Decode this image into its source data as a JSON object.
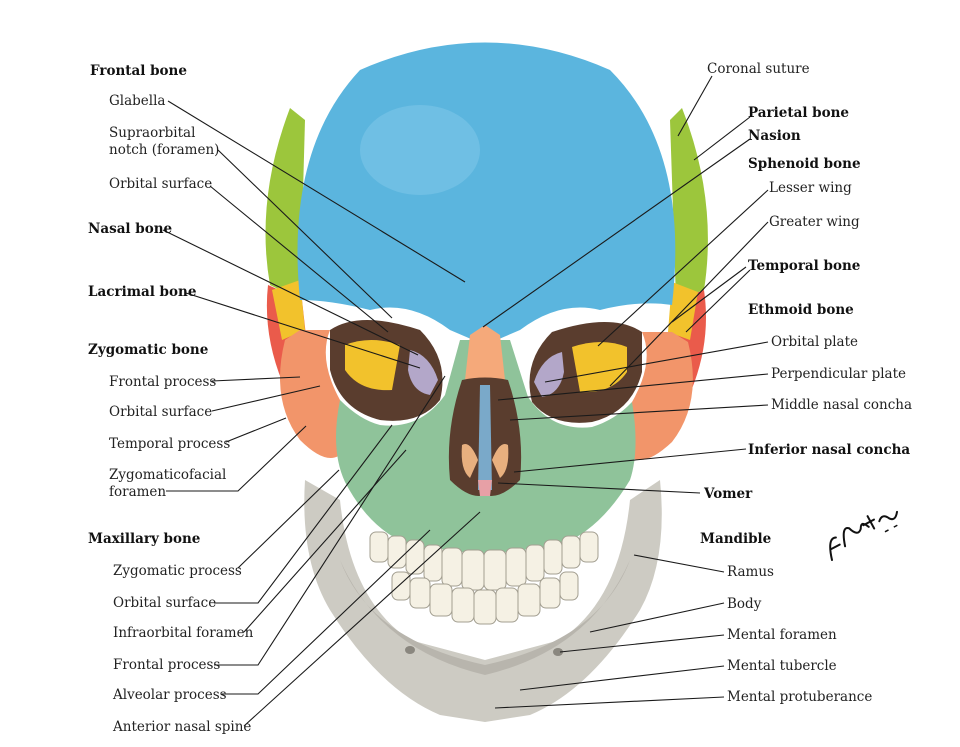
{
  "left_labels": {
    "frontal_bone": "Frontal bone",
    "glabella": "Glabella",
    "supraorbital_line1": "Supraorbital",
    "supraorbital_line2": "notch (foramen)",
    "frontal_orbital_surface": "Orbital surface",
    "nasal_bone": "Nasal bone",
    "lacrimal_bone": "Lacrimal bone",
    "zygomatic_bone": "Zygomatic bone",
    "zyg_frontal_process": "Frontal process",
    "zyg_orbital_surface": "Orbital surface",
    "zyg_temporal_process": "Temporal process",
    "zygomaticofacial_line1": "Zygomaticofacial",
    "zygomaticofacial_line2": "foramen",
    "maxillary_bone": "Maxillary bone",
    "max_zygomatic_process": "Zygomatic process",
    "max_orbital_surface": "Orbital surface",
    "infraorbital_foramen": "Infraorbital foramen",
    "max_frontal_process": "Frontal process",
    "alveolar_process": "Alveolar process",
    "anterior_nasal_spine": "Anterior nasal spine"
  },
  "right_labels": {
    "coronal_suture": "Coronal suture",
    "parietal_bone": "Parietal bone",
    "nasion": "Nasion",
    "sphenoid_bone": "Sphenoid bone",
    "lesser_wing": "Lesser wing",
    "greater_wing": "Greater wing",
    "temporal_bone": "Temporal bone",
    "ethmoid_bone": "Ethmoid bone",
    "orbital_plate": "Orbital plate",
    "perpendicular_plate": "Perpendicular plate",
    "middle_nasal_concha": "Middle nasal concha",
    "inferior_nasal_concha": "Inferior nasal concha",
    "vomer": "Vomer",
    "mandible": "Mandible",
    "ramus": "Ramus",
    "body": "Body",
    "mental_foramen": "Mental foramen",
    "mental_tubercle": "Mental tubercle",
    "mental_protuberance": "Mental protuberance"
  },
  "colors": {
    "frontal": "#5bb5de",
    "parietal": "#9cc63c",
    "sphenoid": "#f2c22c",
    "temporal": "#ea5b4b",
    "zygomatic": "#f2956a",
    "maxilla": "#8fc39a",
    "mandible": "#cdcbc3",
    "nasal": "#f5a97a",
    "ethmoid": "#b3a7c9",
    "cavity": "#5a3d2e"
  }
}
